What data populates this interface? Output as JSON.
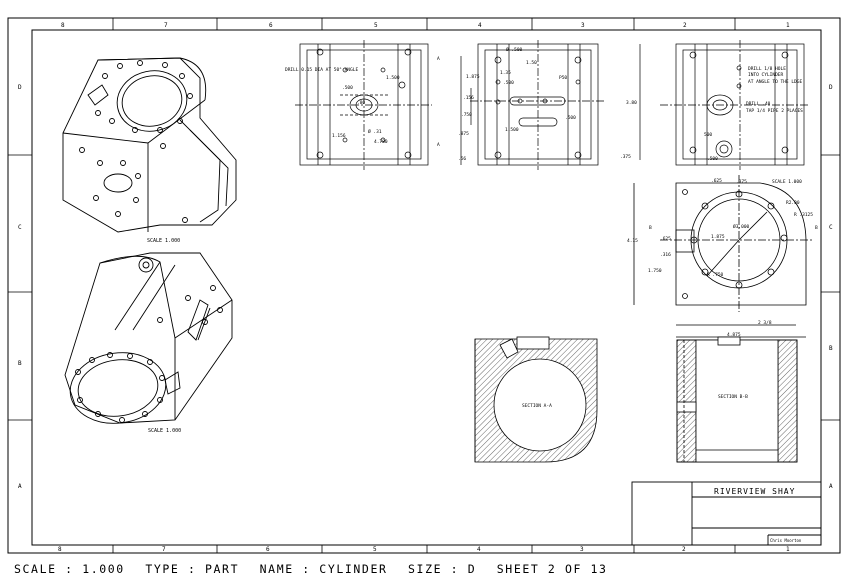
{
  "sheet": {
    "zone_columns_top": [
      "8",
      "7",
      "6",
      "5",
      "4",
      "3",
      "2",
      "1"
    ],
    "zone_columns_bottom": [
      "8",
      "7",
      "6",
      "5",
      "4",
      "3",
      "2",
      "1"
    ],
    "zone_rows_left": [
      "D",
      "C",
      "B",
      "A"
    ],
    "zone_rows_right": [
      "D",
      "C",
      "B",
      "A"
    ]
  },
  "views": {
    "iso_top_scale": "SCALE 1.000",
    "iso_bottom_scale": "SCALE 1.000",
    "right_view_scale": "SCALE 1.000",
    "section_aa": "SECTION A-A",
    "section_bb": "SECTION B-B"
  },
  "annotations": {
    "drill_note_1": "DRILL 0.15 DIA AT 50° ANGLE",
    "drill_note_2a": "DRILL 1/8 HOLE",
    "drill_note_2b": "INTO CYLINDER",
    "drill_note_2c": "AT ANGLE TO THE LDGE",
    "drill_note_3a": "DRILL .40",
    "drill_note_3b": "TAP 1/4 PIPE 2 PLACES"
  },
  "dimensions": {
    "d1": "1.500",
    "d2": ".500",
    "d3": ".80",
    "d4": "1.156",
    "d5": "Ø .31",
    "d6": "4.780",
    "d7": "Ø .500",
    "d8": "1.50",
    "d9": "1.35",
    "d10": "1.875",
    "d11": ".156",
    "d12": ".750",
    "d13": ".875",
    "d14": ".56",
    "d15": ".500",
    "d16": "1.500",
    "d17": ".500",
    "d18": "3.80",
    "d19": ".500",
    "d20": ".375",
    "d21": ".625",
    "d22": "R2.00",
    "d23": ".375",
    "d24": "Ø3.000",
    "d25": "1.875",
    "d26": "4.15",
    "d27": ".625",
    "d28": ".316",
    "d29": "1.750",
    "d30": "R .750",
    "d31": "R .3125",
    "d32": "2 3/8",
    "d33": "4.875",
    "d34": "P50",
    "d35": "500"
  },
  "cutting_planes": {
    "a": "A",
    "b": "B"
  },
  "title_block": {
    "title": "RIVERVIEW SHAY",
    "drawn_by": "Chris Moorton"
  },
  "footer": {
    "scale": "SCALE : 1.000",
    "type": "TYPE : PART",
    "name": "NAME : CYLINDER",
    "size": "SIZE : D",
    "sheet": "SHEET 2 OF 13"
  }
}
